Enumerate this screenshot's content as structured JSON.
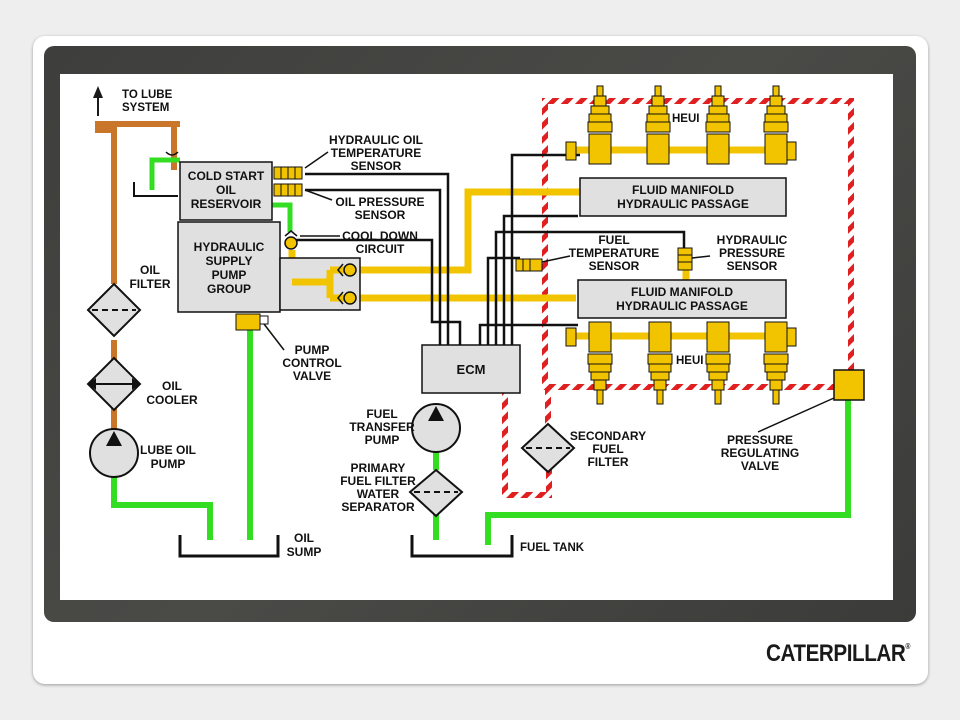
{
  "labels": {
    "to_lube_system": [
      "TO LUBE",
      "SYSTEM"
    ],
    "oil_filter": [
      "OIL",
      "FILTER"
    ],
    "oil_cooler": [
      "OIL",
      "COOLER"
    ],
    "lube_oil_pump": [
      "LUBE OIL",
      "PUMP"
    ],
    "oil_sump": [
      "OIL",
      "SUMP"
    ],
    "cold_start_reservoir": [
      "COLD START",
      "OIL",
      "RESERVOIR"
    ],
    "hydraulic_supply_pump_group": [
      "HYDRAULIC",
      "SUPPLY",
      "PUMP",
      "GROUP"
    ],
    "hydraulic_oil_temp_sensor": [
      "HYDRAULIC OIL",
      "TEMPERATURE",
      "SENSOR"
    ],
    "oil_pressure_sensor": [
      "OIL PRESSURE",
      "SENSOR"
    ],
    "cool_down_circuit": [
      "COOL DOWN",
      "CIRCUIT"
    ],
    "pump_control_valve": [
      "PUMP",
      "CONTROL",
      "VALVE"
    ],
    "ecm": "ECM",
    "fuel_transfer_pump": [
      "FUEL",
      "TRANSFER",
      "PUMP"
    ],
    "primary_fuel_filter": [
      "PRIMARY",
      "FUEL FILTER",
      "WATER",
      "SEPARATOR"
    ],
    "fuel_tank": "FUEL TANK",
    "secondary_fuel_filter": [
      "SECONDARY",
      "FUEL",
      "FILTER"
    ],
    "fuel_temp_sensor": [
      "FUEL",
      "TEMPERATURE",
      "SENSOR"
    ],
    "hydraulic_pressure_sensor": [
      "HYDRAULIC",
      "PRESSURE",
      "SENSOR"
    ],
    "fluid_manifold_top": [
      "FLUID MANIFOLD",
      "HYDRAULIC PASSAGE"
    ],
    "fluid_manifold_bottom": [
      "FLUID MANIFOLD",
      "HYDRAULIC PASSAGE"
    ],
    "heui_top": "HEUI",
    "heui_bottom": "HEUI",
    "pressure_regulating_valve": [
      "PRESSURE",
      "REGULATING",
      "VALVE"
    ]
  },
  "brand": {
    "logo_text": "CATERPILLAR",
    "registered": "®"
  },
  "colors": {
    "lube_oil": "#c9762a",
    "low_pressure_oil": "#33dd22",
    "high_pressure_oil": "#f2c400",
    "fuel_supply": "#e02020",
    "component_fill": "#e0e0e0",
    "frame": "#444442"
  }
}
